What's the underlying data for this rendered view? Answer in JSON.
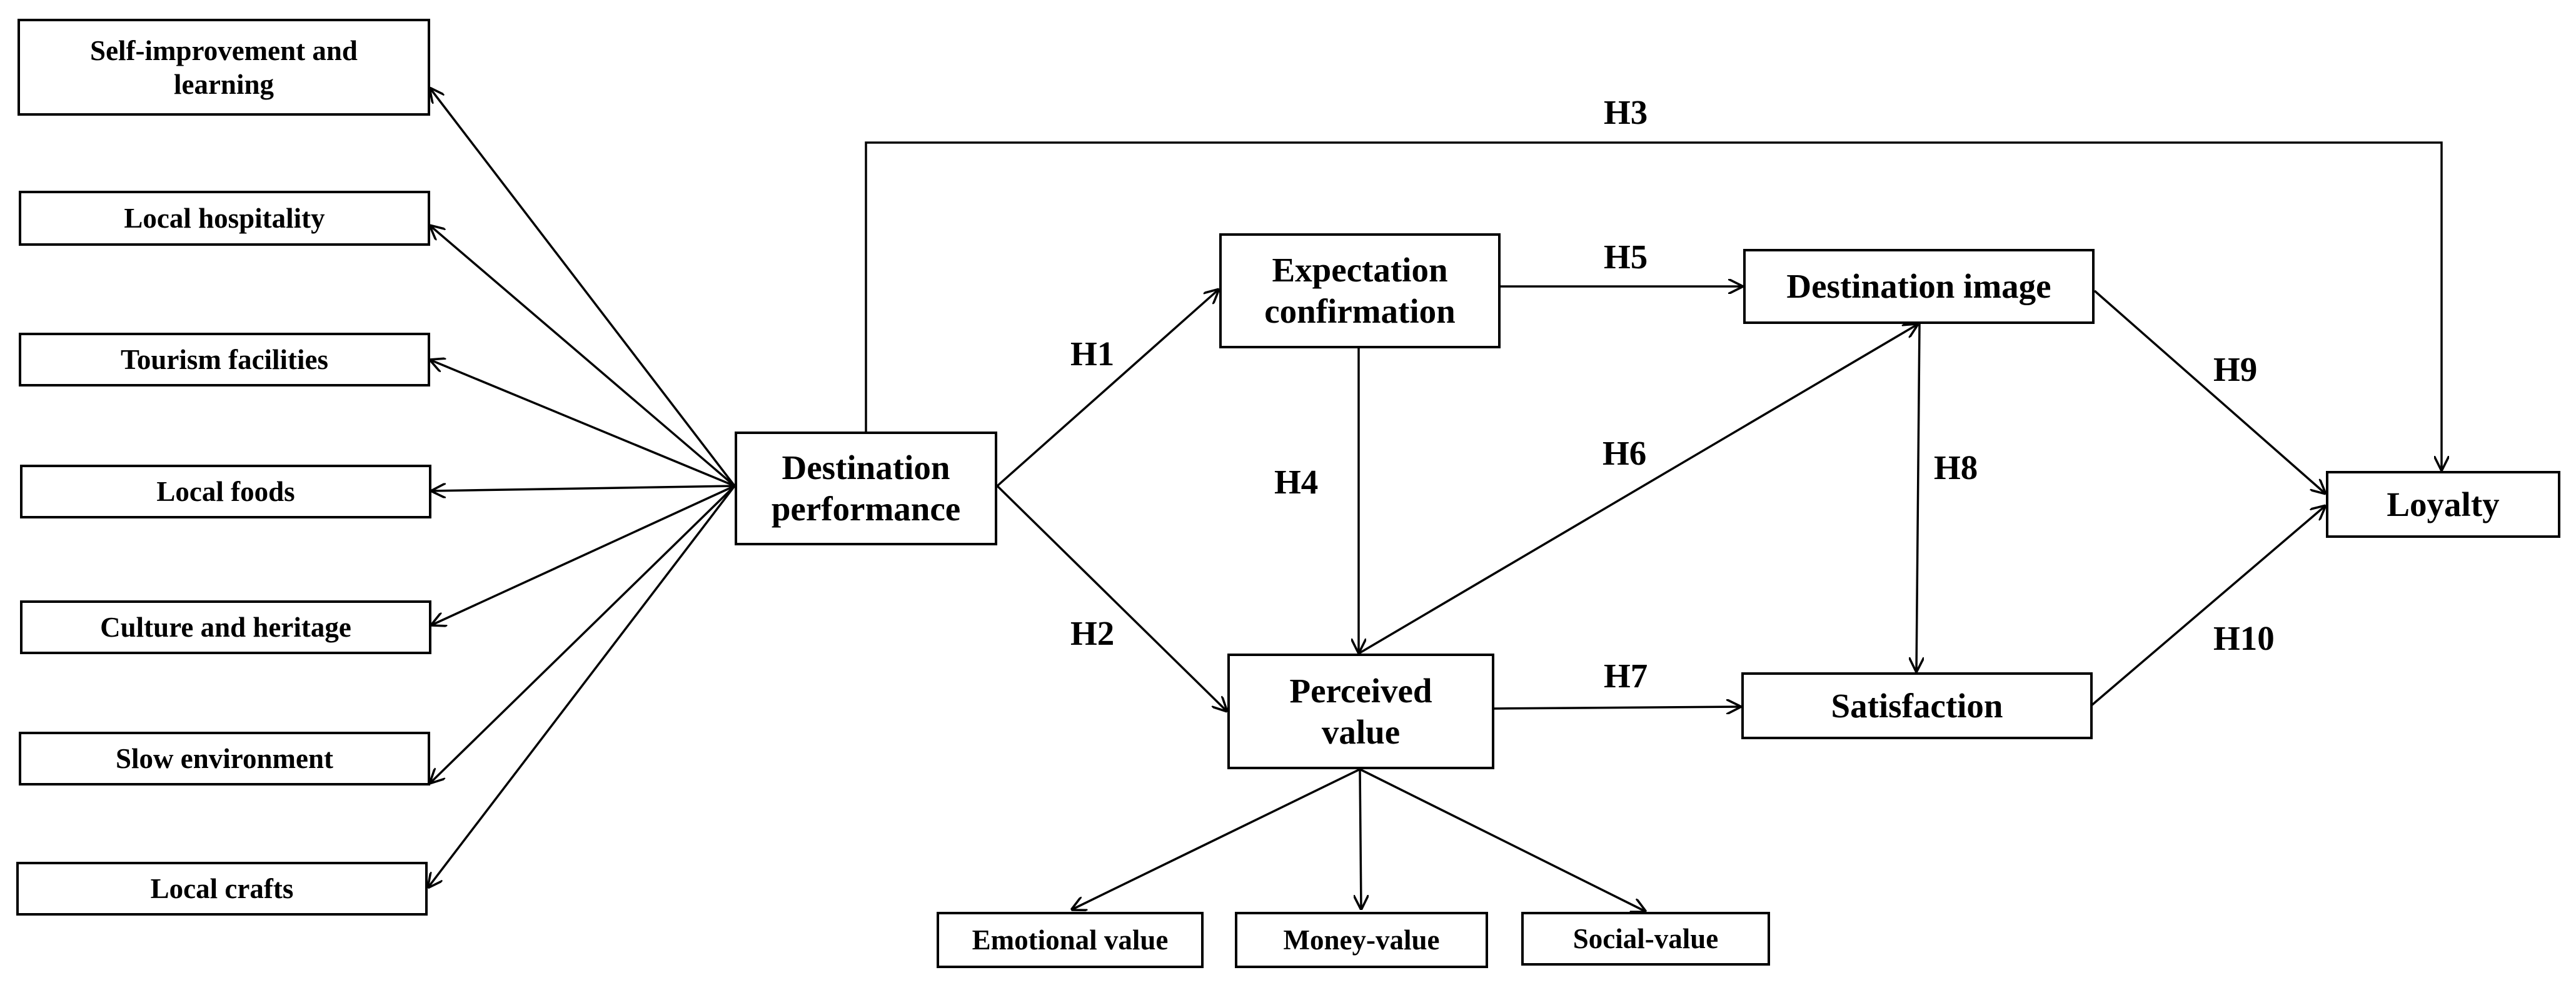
{
  "diagram": {
    "nodes": {
      "self_improvement": "Self-improvement and learning",
      "local_hospitality": "Local hospitality",
      "tourism_facilities": "Tourism facilities",
      "local_foods": "Local foods",
      "culture_heritage": "Culture and heritage",
      "slow_environment": "Slow environment",
      "local_crafts": "Local crafts",
      "destination_performance": "Destination performance",
      "expectation_confirmation": "Expectation confirmation",
      "perceived_value": "Perceived value",
      "destination_image": "Destination image",
      "satisfaction": "Satisfaction",
      "loyalty": "Loyalty",
      "emotional_value": "Emotional value",
      "money_value": "Money-value",
      "social_value": "Social-value"
    },
    "hypotheses": {
      "h1": "H1",
      "h2": "H2",
      "h3": "H3",
      "h4": "H4",
      "h5": "H5",
      "h6": "H6",
      "h7": "H7",
      "h8": "H8",
      "h9": "H9",
      "h10": "H10"
    },
    "edges": [
      {
        "from": "destination_performance",
        "to": "self_improvement"
      },
      {
        "from": "destination_performance",
        "to": "local_hospitality"
      },
      {
        "from": "destination_performance",
        "to": "tourism_facilities"
      },
      {
        "from": "destination_performance",
        "to": "local_foods"
      },
      {
        "from": "destination_performance",
        "to": "culture_heritage"
      },
      {
        "from": "destination_performance",
        "to": "slow_environment"
      },
      {
        "from": "destination_performance",
        "to": "local_crafts"
      },
      {
        "from": "destination_performance",
        "to": "expectation_confirmation",
        "label": "H1"
      },
      {
        "from": "destination_performance",
        "to": "perceived_value",
        "label": "H2"
      },
      {
        "from": "destination_performance",
        "to": "loyalty",
        "label": "H3"
      },
      {
        "from": "expectation_confirmation",
        "to": "perceived_value",
        "label": "H4"
      },
      {
        "from": "expectation_confirmation",
        "to": "destination_image",
        "label": "H5"
      },
      {
        "from": "perceived_value",
        "to": "destination_image",
        "label": "H6"
      },
      {
        "from": "perceived_value",
        "to": "satisfaction",
        "label": "H7"
      },
      {
        "from": "destination_image",
        "to": "satisfaction",
        "label": "H8"
      },
      {
        "from": "destination_image",
        "to": "loyalty",
        "label": "H9"
      },
      {
        "from": "satisfaction",
        "to": "loyalty",
        "label": "H10"
      },
      {
        "from": "perceived_value",
        "to": "emotional_value"
      },
      {
        "from": "perceived_value",
        "to": "money_value"
      },
      {
        "from": "perceived_value",
        "to": "social_value"
      }
    ]
  }
}
